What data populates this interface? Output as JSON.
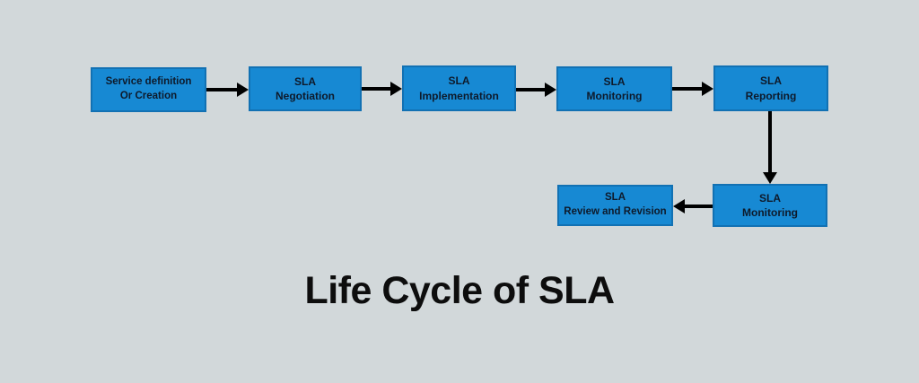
{
  "title": "Life Cycle of SLA",
  "colors": {
    "background": "#d2d8da",
    "box_fill": "#1789d3",
    "box_border": "#1271b3",
    "box_text": "#0e1a2b",
    "arrow": "#000000",
    "title_text": "#0d0d0d"
  },
  "diagram": {
    "nodes": [
      {
        "id": "service-definition",
        "line1": "Service definition",
        "line2": "Or Creation"
      },
      {
        "id": "sla-negotiation",
        "line1": "SLA",
        "line2": "Negotiation"
      },
      {
        "id": "sla-implementation",
        "line1": "SLA",
        "line2": "Implementation"
      },
      {
        "id": "sla-monitoring",
        "line1": "SLA",
        "line2": "Monitoring"
      },
      {
        "id": "sla-reporting",
        "line1": "SLA",
        "line2": "Reporting"
      },
      {
        "id": "sla-review-revision",
        "line1": "SLA",
        "line2": "Review and Revision"
      },
      {
        "id": "sla-monitoring-2",
        "line1": "SLA",
        "line2": "Monitoring"
      }
    ],
    "arrows": [
      {
        "from": "service-definition",
        "to": "sla-negotiation",
        "direction": "right"
      },
      {
        "from": "sla-negotiation",
        "to": "sla-implementation",
        "direction": "right"
      },
      {
        "from": "sla-implementation",
        "to": "sla-monitoring",
        "direction": "right"
      },
      {
        "from": "sla-monitoring",
        "to": "sla-reporting",
        "direction": "right"
      },
      {
        "from": "sla-reporting",
        "to": "sla-monitoring-2",
        "direction": "down"
      },
      {
        "from": "sla-monitoring-2",
        "to": "sla-review-revision",
        "direction": "left"
      }
    ]
  }
}
